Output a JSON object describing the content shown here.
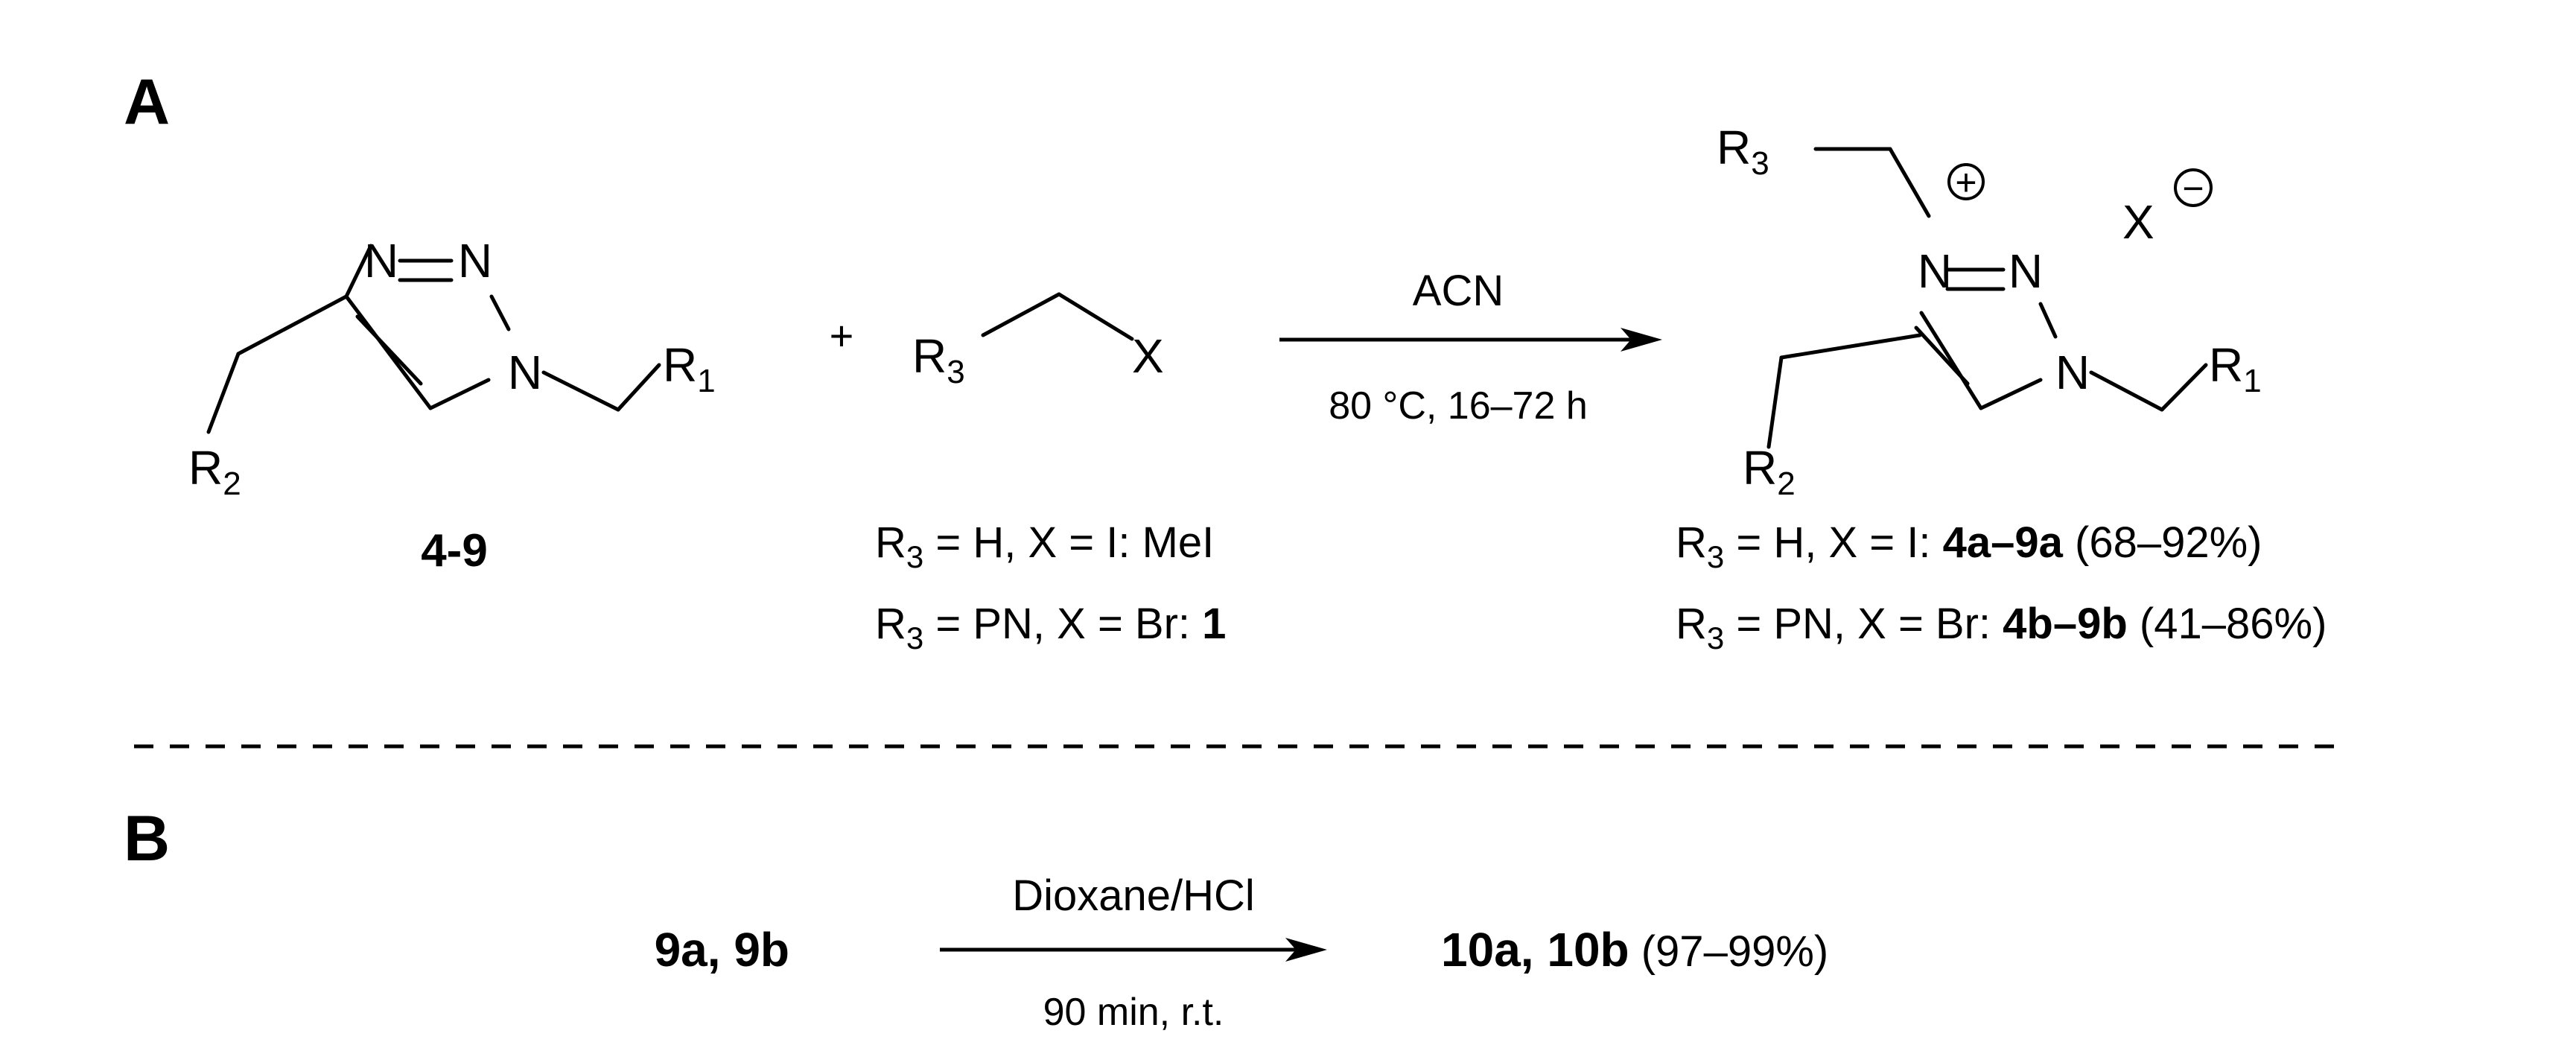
{
  "panels": {
    "a": {
      "label": "A"
    },
    "b": {
      "label": "B"
    }
  },
  "atoms": {
    "n": "N",
    "r": "R",
    "r1_sub": "1",
    "r2_sub": "2",
    "r3_sub": "3",
    "x": "X",
    "plus_charge": "+",
    "minus_charge": "−"
  },
  "reaction_a": {
    "plus_sign": "+",
    "start_compound_id": "4-9",
    "reagent_line1": {
      "pre": "R",
      "sub": "3",
      "rest": " = H, X = I: MeI"
    },
    "reagent_line2": {
      "pre": "R",
      "sub": "3",
      "rest": " = PN, X = Br: ",
      "bold": "1"
    },
    "arrow_above": "ACN",
    "arrow_below": "80 °C, 16–72 h",
    "product_line1": {
      "pre": "R",
      "sub": "3",
      "rest": " = H, X = I: ",
      "bold": "4a–9a",
      "yield": " (68–92%)"
    },
    "product_line2": {
      "pre": "R",
      "sub": "3",
      "rest": " = PN, X = Br: ",
      "bold": "4b–9b",
      "yield": " (41–86%)"
    }
  },
  "reaction_b": {
    "reactant": "9a, 9b",
    "arrow_above": "Dioxane/HCl",
    "arrow_below": "90 min, r.t.",
    "product": "10a, 10b",
    "yield": " (97–99%)"
  }
}
